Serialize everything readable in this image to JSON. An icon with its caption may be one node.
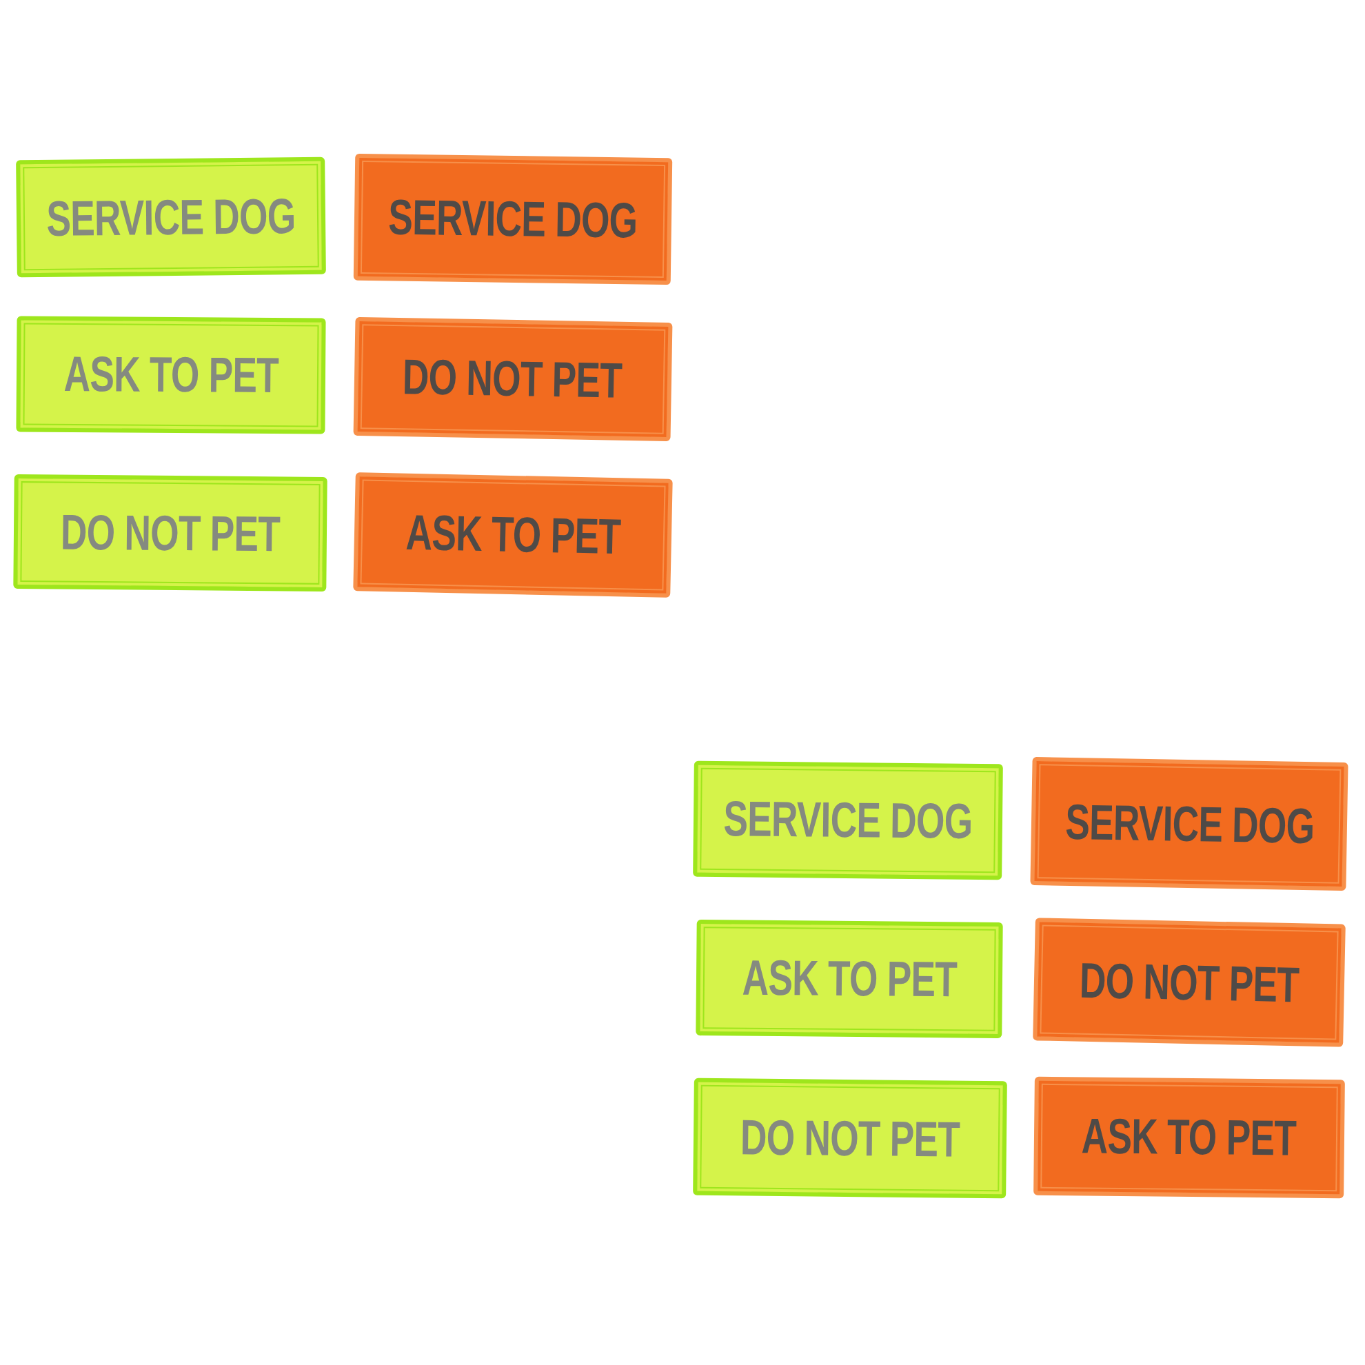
{
  "diagram": {
    "nodes": [
      {
        "text": [
          "SERVICE DOG"
        ]
      },
      {
        "text": [
          "SERVICE DOG"
        ]
      },
      {
        "text": [
          "ASK TO PET"
        ]
      },
      {
        "text": [
          "DO NOT PET"
        ]
      },
      {
        "text": [
          "DO NOT PET"
        ]
      },
      {
        "text": [
          "ASK TO PET"
        ]
      },
      {
        "text": [
          "SERVICE DOG"
        ]
      },
      {
        "text": [
          "SERVICE DOG"
        ]
      },
      {
        "text": [
          "ASK TO PET"
        ]
      },
      {
        "text": [
          "DO NOT PET"
        ]
      },
      {
        "text": [
          "DO NOT PET"
        ]
      },
      {
        "text": [
          "ASK TO PET"
        ]
      }
    ]
  }
}
